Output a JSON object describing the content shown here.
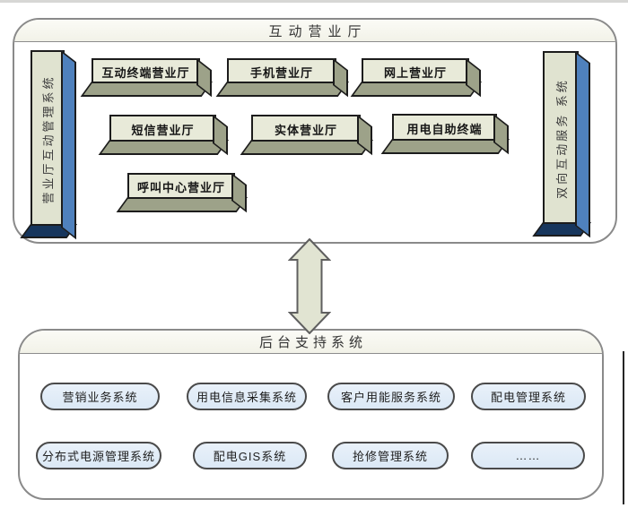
{
  "diagram": {
    "top_panel": {
      "title": "互动营业厅",
      "left_pillar": "营业厅互动管理系统",
      "right_pillar": "双向互动服务 系统",
      "boxes": [
        "互动终端营业厅",
        "手机营业厅",
        "网上营业厅",
        "短信营业厅",
        "实体营业厅",
        "用电自助终端",
        "呼叫中心营业厅"
      ]
    },
    "connector": {
      "type": "double-arrow-vertical"
    },
    "bottom_panel": {
      "title": "后台支持系统",
      "pills": [
        "营销业务系统",
        "用电信息采集系统",
        "客户用能服务系统",
        "配电管理系统",
        "分布式电源管理系统",
        "配电GIS系统",
        "抢修管理系统",
        "……"
      ]
    }
  },
  "colors": {
    "box-front": "#e8ead9",
    "box-side": "#9da289",
    "pillar-front": "#e0e3d0",
    "pillar-side": "#4f81bd",
    "pillar-bottom": "#17365d",
    "panel-border": "#8a8a8a",
    "header-bg": "#f2f2e8",
    "pill-fill": "#dbe8f5",
    "pill-border": "#4a4a4a",
    "arrow-fill": "#e1e4d2",
    "arrow-border": "#5f5f5f",
    "shape-border": "#1c1c1c"
  }
}
